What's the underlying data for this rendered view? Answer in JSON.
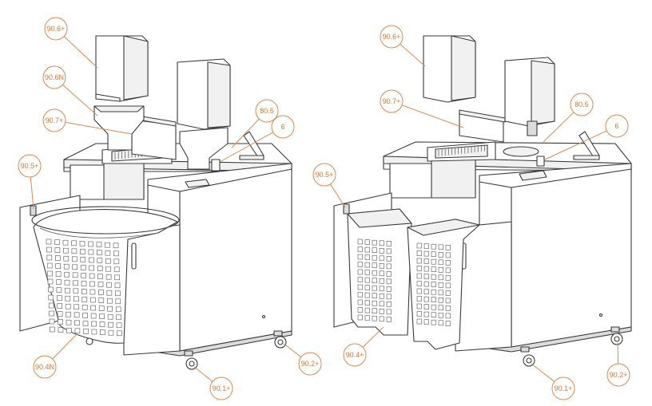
{
  "callouts_left": [
    {
      "id": "l-90-6p",
      "label": "90.6+"
    },
    {
      "id": "l-90-6n",
      "label": "90.6N"
    },
    {
      "id": "l-90-7p",
      "label": "90.7+"
    },
    {
      "id": "l-80-5",
      "label": "80.5"
    },
    {
      "id": "l-6",
      "label": "6"
    },
    {
      "id": "l-90-5p",
      "label": "90.5+"
    },
    {
      "id": "l-90-4n",
      "label": "90.4N"
    },
    {
      "id": "l-90-1p",
      "label": "90.1+"
    },
    {
      "id": "l-90-2p",
      "label": "90.2+"
    }
  ],
  "callouts_right": [
    {
      "id": "r-90-6p",
      "label": "90.6+"
    },
    {
      "id": "r-90-7p",
      "label": "90.7+"
    },
    {
      "id": "r-80-5",
      "label": "80.5"
    },
    {
      "id": "r-6",
      "label": "6"
    },
    {
      "id": "r-90-5p",
      "label": "90.5+"
    },
    {
      "id": "r-90-4p",
      "label": "90.4+"
    },
    {
      "id": "r-90-1p",
      "label": "90.1+"
    },
    {
      "id": "r-90-2p",
      "label": "90.2+"
    }
  ],
  "colors": {
    "callout": "#d98b4f",
    "line": "#3a3a3a"
  }
}
